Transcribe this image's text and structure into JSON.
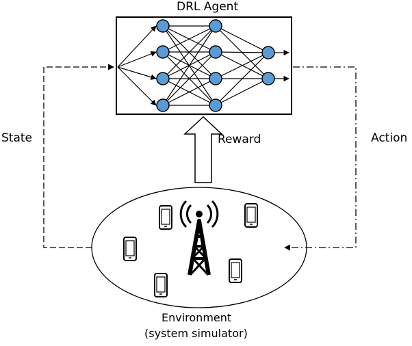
{
  "diagram": {
    "agent_title": "DRL Agent",
    "state_label": "State",
    "action_label": "Action",
    "reward_label": "Reward",
    "environment_title": "Environment",
    "environment_subtitle": "(system simulator)",
    "node_color": "#5b9bd5",
    "network_layers": [
      4,
      4,
      2
    ]
  }
}
